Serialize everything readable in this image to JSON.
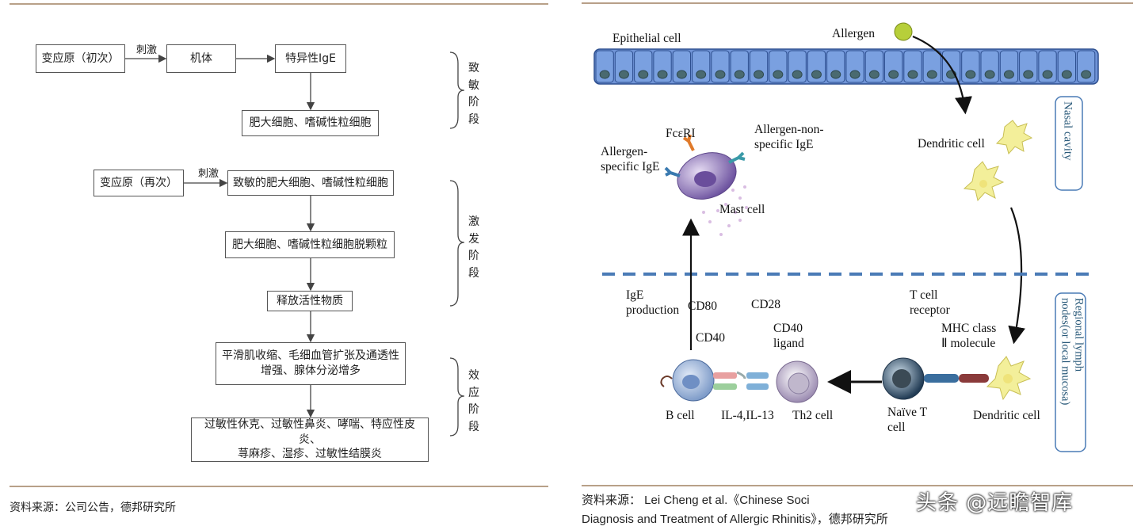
{
  "left": {
    "boxes": {
      "allergen_first": "变应原（初次）",
      "body": "机体",
      "ige": "特异性IgE",
      "mast_cells": "肥大细胞、嗜碱性粒细胞",
      "allergen_again": "变应原（再次）",
      "sensitized": "致敏的肥大细胞、嗜碱性粒细胞",
      "degranulation": "肥大细胞、嗜碱性粒细胞脱颗粒",
      "release": "释放活性物质",
      "effects_line1": "平滑肌收缩、毛细血管扩张及通透性",
      "effects_line2": "增强、腺体分泌增多",
      "disease_line1": "过敏性休克、过敏性鼻炎、哮喘、特应性皮炎、",
      "disease_line2": "荨麻疹、湿疹、过敏性结膜炎"
    },
    "arrow_labels": {
      "stimulus1": "刺激",
      "stimulus2": "刺激"
    },
    "stages": {
      "sensitization": "致敏阶段",
      "activation": "激发阶段",
      "effector": "效应阶段"
    },
    "source": "资料来源：公司公告，德邦研究所"
  },
  "right": {
    "labels": {
      "epithelial": "Epithelial cell",
      "allergen": "Allergen",
      "fceri": "FcεRI",
      "allergen_nonspecific_1": "Allergen-non-",
      "allergen_nonspecific_2": "specific IgE",
      "allergen_specific_1": "Allergen-",
      "allergen_specific_2": "specific IgE",
      "mast_cell": "Mast cell",
      "dendritic_top": "Dendritic cell",
      "nasal_cavity": "Nasal cavity",
      "ige_production_1": "IgE",
      "ige_production_2": "production",
      "cd80": "CD80",
      "cd28": "CD28",
      "cd40": "CD40",
      "cd40_ligand_1": "CD40",
      "cd40_ligand_2": "ligand",
      "t_cell_receptor_1": "T cell",
      "t_cell_receptor_2": "receptor",
      "mhc_1": "MHC class",
      "mhc_2": "Ⅱ molecule",
      "regional_1": "Regional lymph",
      "regional_2": "nodes(or local mucosa)",
      "b_cell": "B cell",
      "il": "IL-4,IL-13",
      "th2": "Th2 cell",
      "naive_1": "Naïve T",
      "naive_2": "cell",
      "dendritic_bottom": "Dendritic cell"
    },
    "source_line1": "资料来源： Lei Cheng et al.《Chinese Soci",
    "source_line2": "Diagnosis and Treatment of Allergic Rhinitis》，德邦研究所",
    "watermark": "头条 @远瞻智库"
  },
  "colors": {
    "rule": "#b8a088",
    "epithelium": "#6f93d6",
    "mast_cell": "#8a72b8",
    "dendritic": "#f3ef9a",
    "dashed_divider": "#4a7bb6",
    "allergen": "#b7cf3a"
  }
}
